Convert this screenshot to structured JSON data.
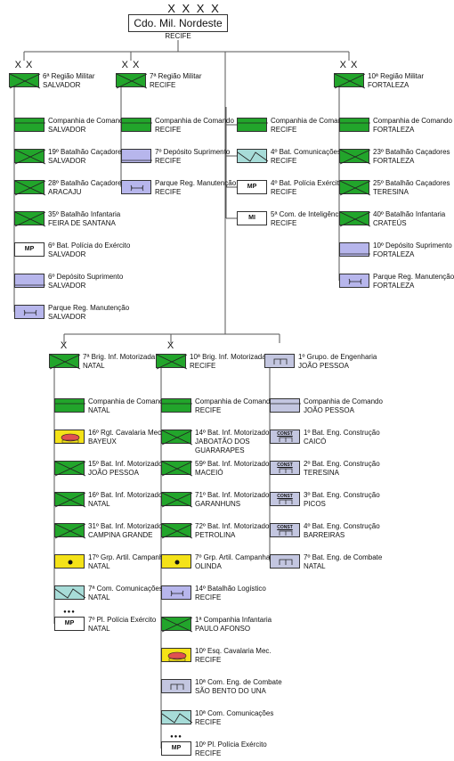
{
  "top": {
    "echelon": "X X X X",
    "title": "Cdo. Mil. Nordeste",
    "city": "RECIFE"
  },
  "groups": [
    {
      "hq": {
        "echelon": "X X",
        "type": "inf",
        "name": "6ª Região Militar",
        "city": "SALVADOR"
      },
      "units": [
        {
          "type": "hq",
          "name": "Companhia de Comando",
          "city": "SALVADOR"
        },
        {
          "type": "inf",
          "name": "19º Batalhão Caçadores",
          "city": "SALVADOR"
        },
        {
          "type": "inf",
          "name": "28º Batalhão Caçadores",
          "city": "ARACAJU"
        },
        {
          "type": "inf",
          "name": "35º Batalhão Infantaria",
          "city": "FEIRA DE SANTANA"
        },
        {
          "type": "pol",
          "code": "MP",
          "name": "6º Bat. Polícia do Exército",
          "city": "SALVADOR"
        },
        {
          "type": "log",
          "name": "6º Depósito Suprimento",
          "city": "SALVADOR"
        },
        {
          "type": "logm",
          "name": "Parque Reg. Manutenção",
          "city": "SALVADOR"
        }
      ]
    },
    {
      "hq": {
        "echelon": "X X",
        "type": "inf",
        "name": "7ª Região Militar",
        "city": "RECIFE"
      },
      "units": [
        {
          "type": "hq",
          "name": "Companhia de Comando",
          "city": "RECIFE"
        },
        {
          "type": "log",
          "name": "7º Depósito Suprimento",
          "city": "RECIFE"
        },
        {
          "type": "logm",
          "name": "Parque Reg. Manutenção",
          "city": "RECIFE"
        }
      ]
    },
    {
      "hq": null,
      "units": [
        {
          "type": "hq",
          "name": "Companhia de Comando",
          "city": "RECIFE"
        },
        {
          "type": "com",
          "name": "4º Bat. Comunicações",
          "city": "RECIFE"
        },
        {
          "type": "pol",
          "code": "MP",
          "name": "4º Bat. Polícia Exército",
          "city": "RECIFE"
        },
        {
          "type": "pol",
          "code": "MI",
          "name": "5ª Com. de Inteligência",
          "city": "RECIFE"
        }
      ]
    },
    {
      "hq": {
        "echelon": "X X",
        "type": "inf",
        "name": "10ª Região Militar",
        "city": "FORTALEZA"
      },
      "units": [
        {
          "type": "hq",
          "name": "Companhia de Comando",
          "city": "FORTALEZA"
        },
        {
          "type": "inf",
          "name": "23º Batalhão Caçadores",
          "city": "FORTALEZA"
        },
        {
          "type": "inf",
          "name": "25º Batalhão Caçadores",
          "city": "TERESINA"
        },
        {
          "type": "inf",
          "name": "40º Batalhão Infantaria",
          "city": "CRATEÚS"
        },
        {
          "type": "log",
          "name": "10º Depósito Suprimento",
          "city": "FORTALEZA"
        },
        {
          "type": "logm",
          "name": "Parque Reg. Manutenção",
          "city": "FORTALEZA"
        }
      ]
    },
    {
      "hq": {
        "echelon": "X",
        "type": "inf",
        "name": "7ª Brig. Inf. Motorizada",
        "city": "NATAL"
      },
      "units": [
        {
          "type": "hq",
          "name": "Companhia de Comando",
          "city": "NATAL"
        },
        {
          "type": "cav",
          "name": "16º Rgt. Cavalaria Mec.",
          "city": "BAYEUX"
        },
        {
          "type": "inf",
          "name": "15º Bat. Inf. Motorizado",
          "city": "JOÃO PESSOA"
        },
        {
          "type": "inf",
          "name": "16º Bat. Inf. Motorizado",
          "city": "NATAL"
        },
        {
          "type": "inf",
          "name": "31º Bat. Inf. Motorizado",
          "city": "CAMPINA GRANDE"
        },
        {
          "type": "art",
          "name": "17º Grp. Artil. Campanha",
          "city": "NATAL"
        },
        {
          "type": "com",
          "name": "7ª Com. Comunicações",
          "city": "NATAL"
        },
        {
          "type": "pol",
          "code": "MP",
          "dots": "●●●",
          "name": "7º Pl. Polícia Exército",
          "city": "NATAL"
        }
      ]
    },
    {
      "hq": {
        "echelon": "X",
        "type": "inf",
        "name": "10ª Brig. Inf. Motorizada",
        "city": "RECIFE"
      },
      "units": [
        {
          "type": "hq",
          "name": "Companhia de Comando",
          "city": "RECIFE"
        },
        {
          "type": "inf",
          "name": "14º Bat. Inf. Motorizado",
          "city": "JABOATÃO DOS GUARARAPES"
        },
        {
          "type": "inf",
          "name": "59º Bat. Inf. Motorizado",
          "city": "MACEIÓ"
        },
        {
          "type": "inf",
          "name": "71º Bat. Inf. Motorizado",
          "city": "GARANHUNS"
        },
        {
          "type": "inf",
          "name": "72º Bat. Inf. Motorizado",
          "city": "PETROLINA"
        },
        {
          "type": "art",
          "name": "7º Grp. Artil. Campanha",
          "city": "OLINDA"
        },
        {
          "type": "logm",
          "name": "14º Batalhão Logístico",
          "city": "RECIFE"
        },
        {
          "type": "inf",
          "name": "1ª Companhia Infantaria",
          "city": "PAULO AFONSO"
        },
        {
          "type": "cav",
          "name": "10º Esq. Cavalaria Mec.",
          "city": "RECIFE"
        },
        {
          "type": "eng",
          "name": "10ª Com. Eng. de Combate",
          "city": "SÃO BENTO DO UNA"
        },
        {
          "type": "com",
          "name": "10ª Com. Comunicações",
          "city": "RECIFE"
        },
        {
          "type": "pol",
          "code": "MP",
          "dots": "●●●",
          "name": "10º Pl. Polícia Exército",
          "city": "RECIFE"
        }
      ]
    },
    {
      "hq": {
        "echelon": "",
        "type": "eng",
        "name": "1º Grupo. de Engenharia",
        "city": "JOÃO PESSOA"
      },
      "units": [
        {
          "type": "enghq",
          "name": "Companhia de Comando",
          "city": "JOÃO PESSOA"
        },
        {
          "type": "engc",
          "code": "CONST",
          "name": "1º Bat. Eng. Construção",
          "city": "CAICÓ"
        },
        {
          "type": "engc",
          "code": "CONST",
          "name": "2º Bat. Eng. Construção",
          "city": "TERESINA"
        },
        {
          "type": "engc",
          "code": "CONST",
          "name": "3º Bat. Eng. Construção",
          "city": "PICOS"
        },
        {
          "type": "engc",
          "code": "CONST",
          "name": "4º Bat. Eng. Construção",
          "city": "BARREIRAS"
        },
        {
          "type": "eng",
          "name": "7º Bat. Eng. de Combate",
          "city": "NATAL"
        }
      ]
    }
  ]
}
